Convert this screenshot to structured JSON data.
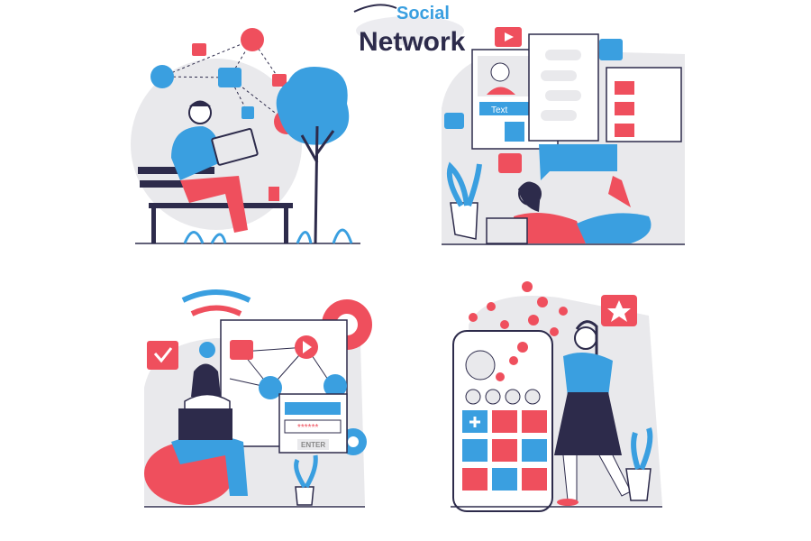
{
  "logo": {
    "line1": "Social",
    "line2": "Network"
  },
  "scene_tr": {
    "text_label": "Text"
  },
  "scene_bl": {
    "enter_label": "ENTER",
    "password_mask": "******"
  },
  "colors": {
    "blue": "#3a9fe0",
    "red": "#ef4f5d",
    "navy": "#2d2b4b",
    "gray": "#e9e9ec",
    "white": "#ffffff"
  }
}
